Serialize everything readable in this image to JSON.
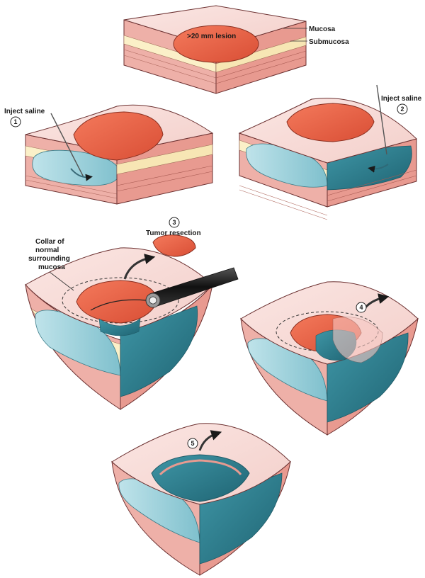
{
  "labels": {
    "lesion": ">20 mm lesion",
    "mucosa": "Mucosa",
    "submucosa": "Submucosa",
    "inject_1": "Inject saline",
    "inject_2": "Inject saline",
    "collar_line1": "Collar of",
    "collar_line2": "normal",
    "collar_line3": "surrounding",
    "collar_line4": "mucosa",
    "tumor_resection": "Tumor resection"
  },
  "steps": [
    "1",
    "2",
    "3",
    "4",
    "5"
  ],
  "colors": {
    "mucosa_top": "#f7d9d6",
    "mucosa_side": "#f0b3ac",
    "submucosa": "#fbf0c8",
    "muscle": "#e89a90",
    "lesion": "#e8644a",
    "lesion_light": "#f28a6e",
    "saline_light": "#a9d6df",
    "saline_dark": "#2e7f8f",
    "outline": "#5a2a2a"
  }
}
